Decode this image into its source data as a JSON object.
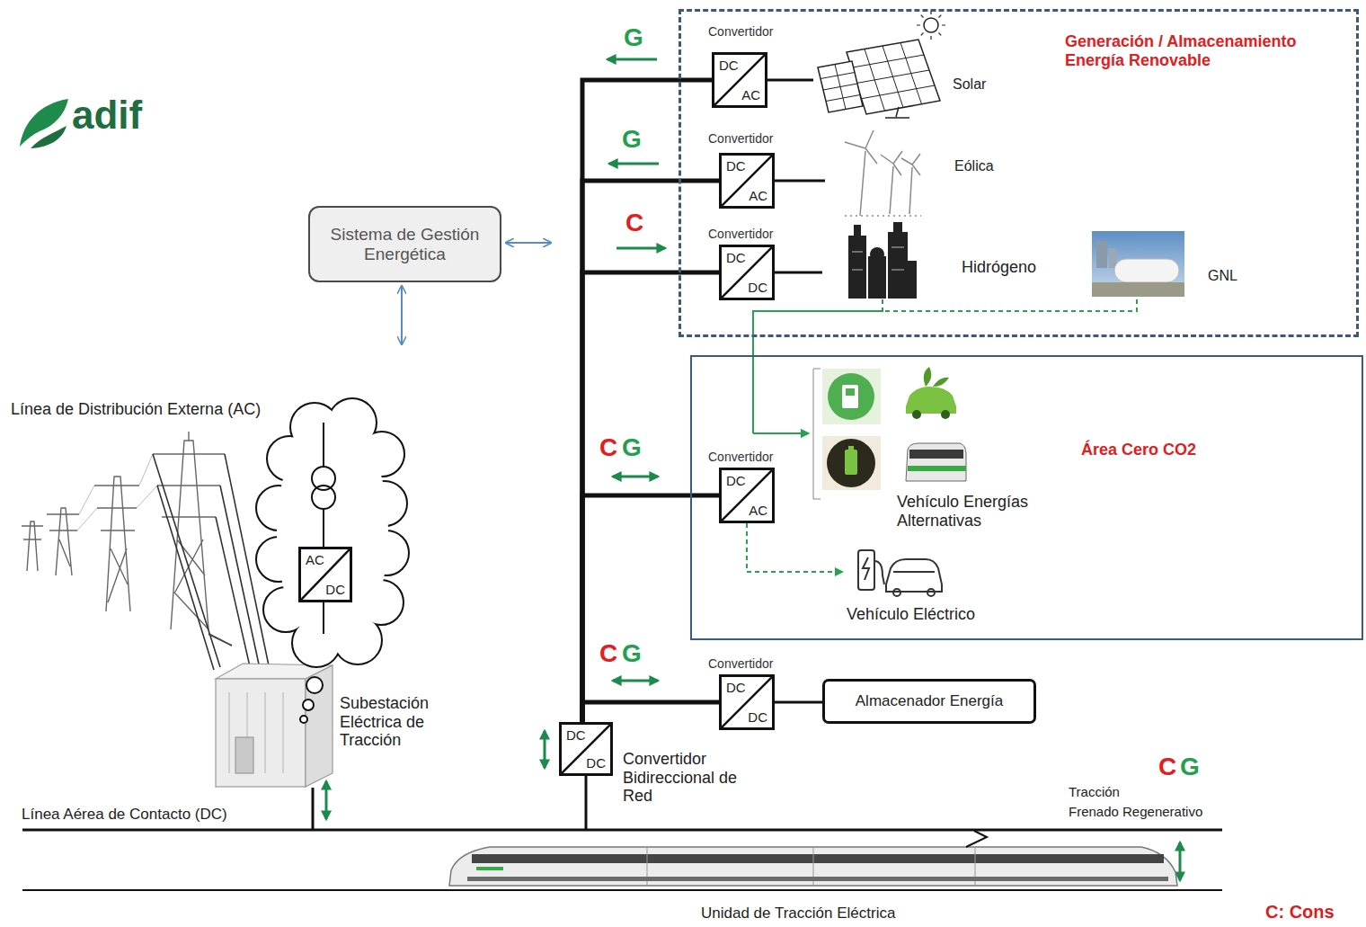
{
  "diagram": {
    "nodes": [
      {
        "text": [
          "Generación / Almacenamiento Energía Renovable"
        ]
      },
      {
        "text": [
          "Convertidor",
          "DC",
          "AC"
        ],
        "in": 0
      },
      {
        "text": [
          "Solar"
        ],
        "in": 0
      },
      {
        "text": [
          "Convertidor",
          "DC",
          "AC"
        ],
        "in": 0
      },
      {
        "text": [
          "Eólica"
        ],
        "in": 0
      },
      {
        "text": [
          "Convertidor",
          "DC",
          "DC"
        ],
        "in": 0
      },
      {
        "text": [
          "Hidrógeno"
        ],
        "in": 0
      },
      {
        "text": [
          "GNL"
        ],
        "in": 0
      },
      {
        "text": [
          "Sistema de Gestión Energética"
        ]
      },
      {
        "text": [
          "Área Cero CO2"
        ]
      },
      {
        "text": [
          "Convertidor",
          "DC",
          "AC"
        ],
        "in": 9
      },
      {
        "text": [
          "Vehículo Energías Alternativas"
        ],
        "in": 9
      },
      {
        "text": [
          "Vehículo Eléctrico"
        ],
        "in": 9
      },
      {
        "text": [
          "Convertidor",
          "DC",
          "DC"
        ]
      },
      {
        "text": [
          "Almacenador Energía"
        ]
      },
      {
        "text": [
          "DC",
          "DC",
          "Convertidor Bidireccional de Red"
        ]
      },
      {
        "text": [
          "Subestación Eléctrica de Tracción"
        ]
      },
      {
        "text": [
          "Línea de Distribución Externa (AC)"
        ]
      },
      {
        "text": [
          "Unidad de Tracción Eléctrica"
        ]
      },
      {
        "text": [
          "AC",
          "DC"
        ]
      }
    ],
    "edges": [
      {
        "from": 1,
        "to": 2,
        "arrow": "none"
      },
      {
        "from": 3,
        "to": 4,
        "arrow": "none"
      },
      {
        "from": 5,
        "to": 6,
        "arrow": "none"
      },
      {
        "from": 15,
        "to": 1,
        "arrow": "none"
      },
      {
        "from": 15,
        "to": 3,
        "arrow": "none"
      },
      {
        "from": 15,
        "to": 5,
        "arrow": "none"
      },
      {
        "from": 15,
        "to": 10,
        "arrow": "none"
      },
      {
        "from": 15,
        "to": 13,
        "arrow": "none"
      },
      {
        "from": 13,
        "to": 14,
        "arrow": "none"
      },
      {
        "from": 6,
        "to": 11,
        "arrow": "to"
      },
      {
        "from": 7,
        "to": 11,
        "arrow": "to"
      },
      {
        "from": 10,
        "to": 12,
        "arrow": "to"
      },
      {
        "from": 17,
        "to": 16,
        "arrow": "none"
      }
    ],
    "labels": [
      "adif",
      "G",
      "G",
      "C",
      "C",
      "G",
      "C",
      "G",
      "Línea Aérea de Contacto (DC)",
      "C",
      "G",
      "Tracción",
      "Frenado Regenerativo",
      "C: Cons"
    ]
  }
}
